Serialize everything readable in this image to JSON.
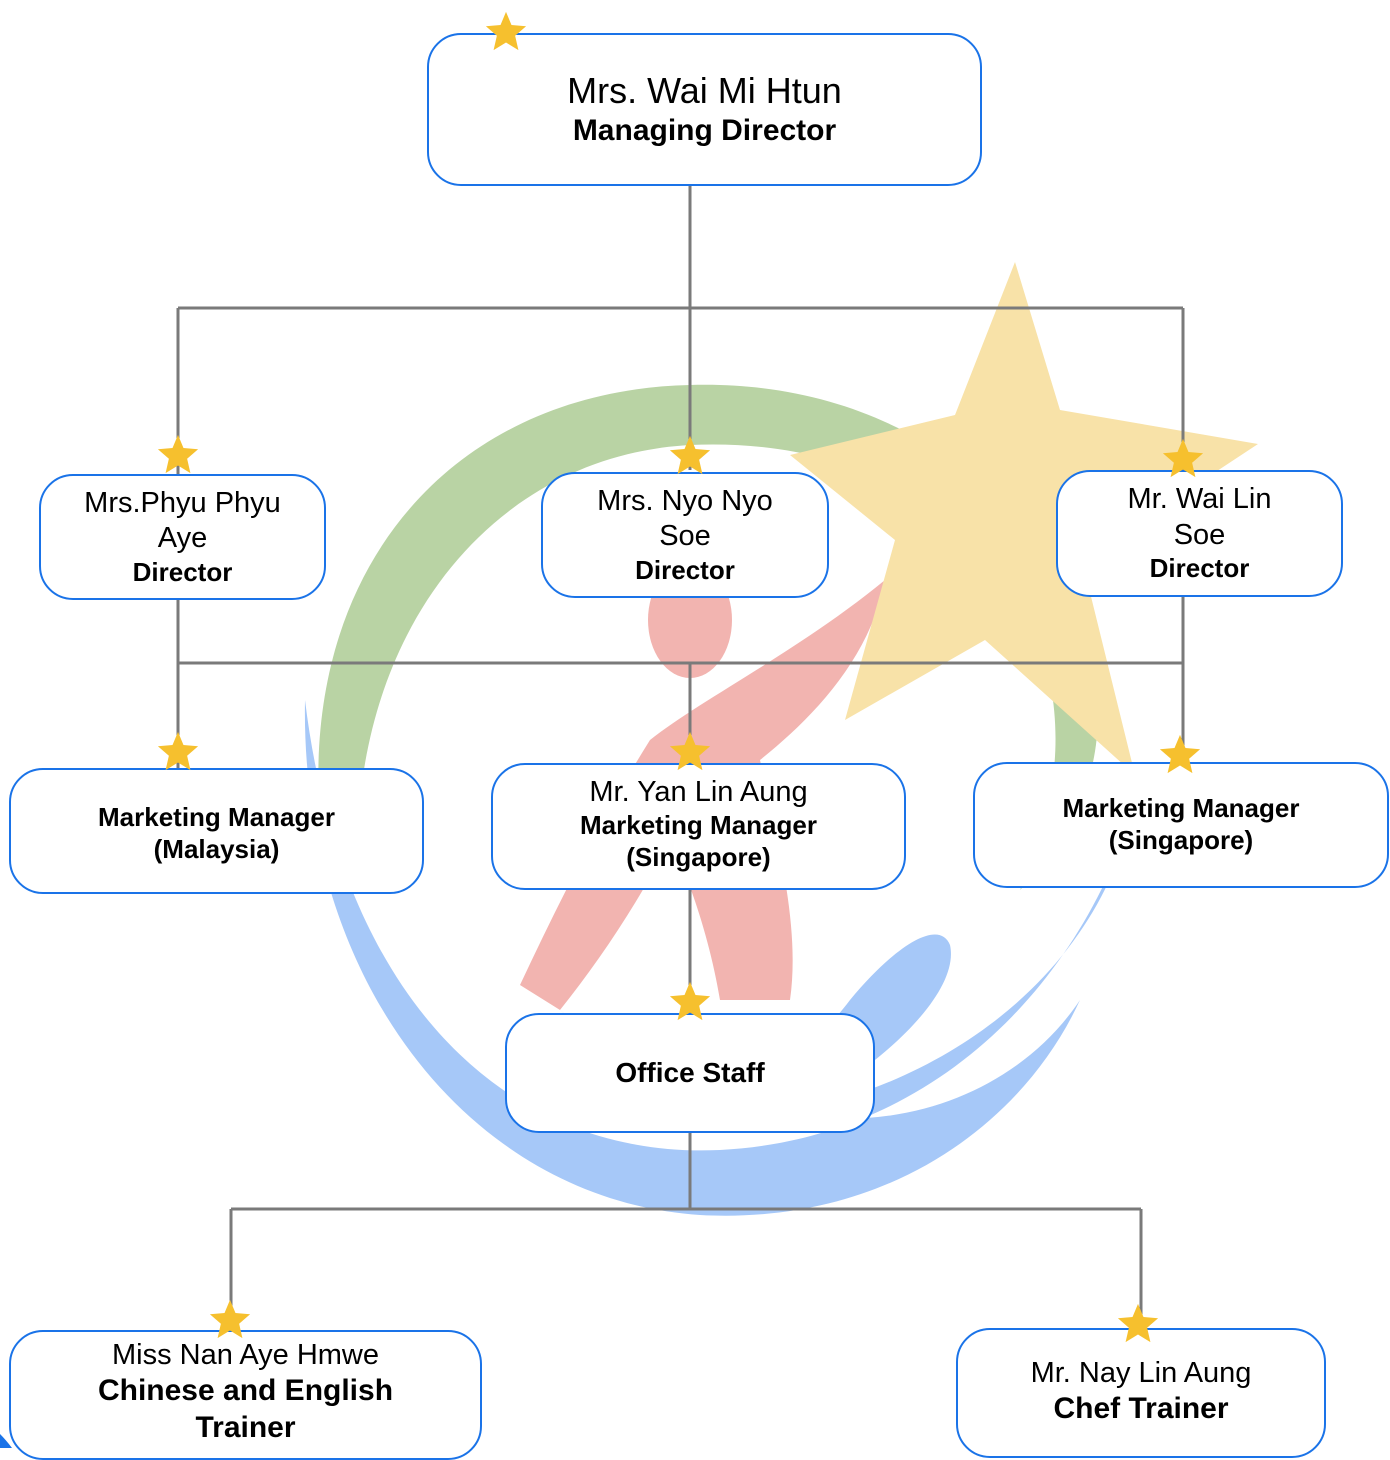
{
  "colors": {
    "box_border": "#1a73e8",
    "connector": "#7a7a7a",
    "star": "#f6c02e",
    "logo_green": "#b9d3a4",
    "logo_red": "#f2b4b0",
    "logo_blue": "#a6c8f8",
    "logo_star": "#f8e2a8"
  },
  "nodes": {
    "md": {
      "name": "Mrs. Wai Mi Htun",
      "role": "Managing Director"
    },
    "dir1": {
      "name": "Mrs.Phyu Phyu Aye",
      "role": "Director"
    },
    "dir2": {
      "name": "Mrs. Nyo Nyo Soe",
      "role": "Director"
    },
    "dir3": {
      "name": "Mr. Wai Lin Soe",
      "role": "Director"
    },
    "mm1": {
      "role": "Marketing Manager",
      "sub": "(Malaysia)"
    },
    "mm2": {
      "name": "Mr. Yan Lin Aung",
      "role": "Marketing Manager",
      "sub": "(Singapore)"
    },
    "mm3": {
      "role": "Marketing Manager",
      "sub": "(Singapore)"
    },
    "staff": {
      "role": "Office Staff"
    },
    "trainer1": {
      "name": "Miss Nan Aye Hmwe",
      "role": "Chinese and English Trainer"
    },
    "trainer2": {
      "name": "Mr. Nay Lin Aung",
      "role": "Chef Trainer"
    }
  }
}
